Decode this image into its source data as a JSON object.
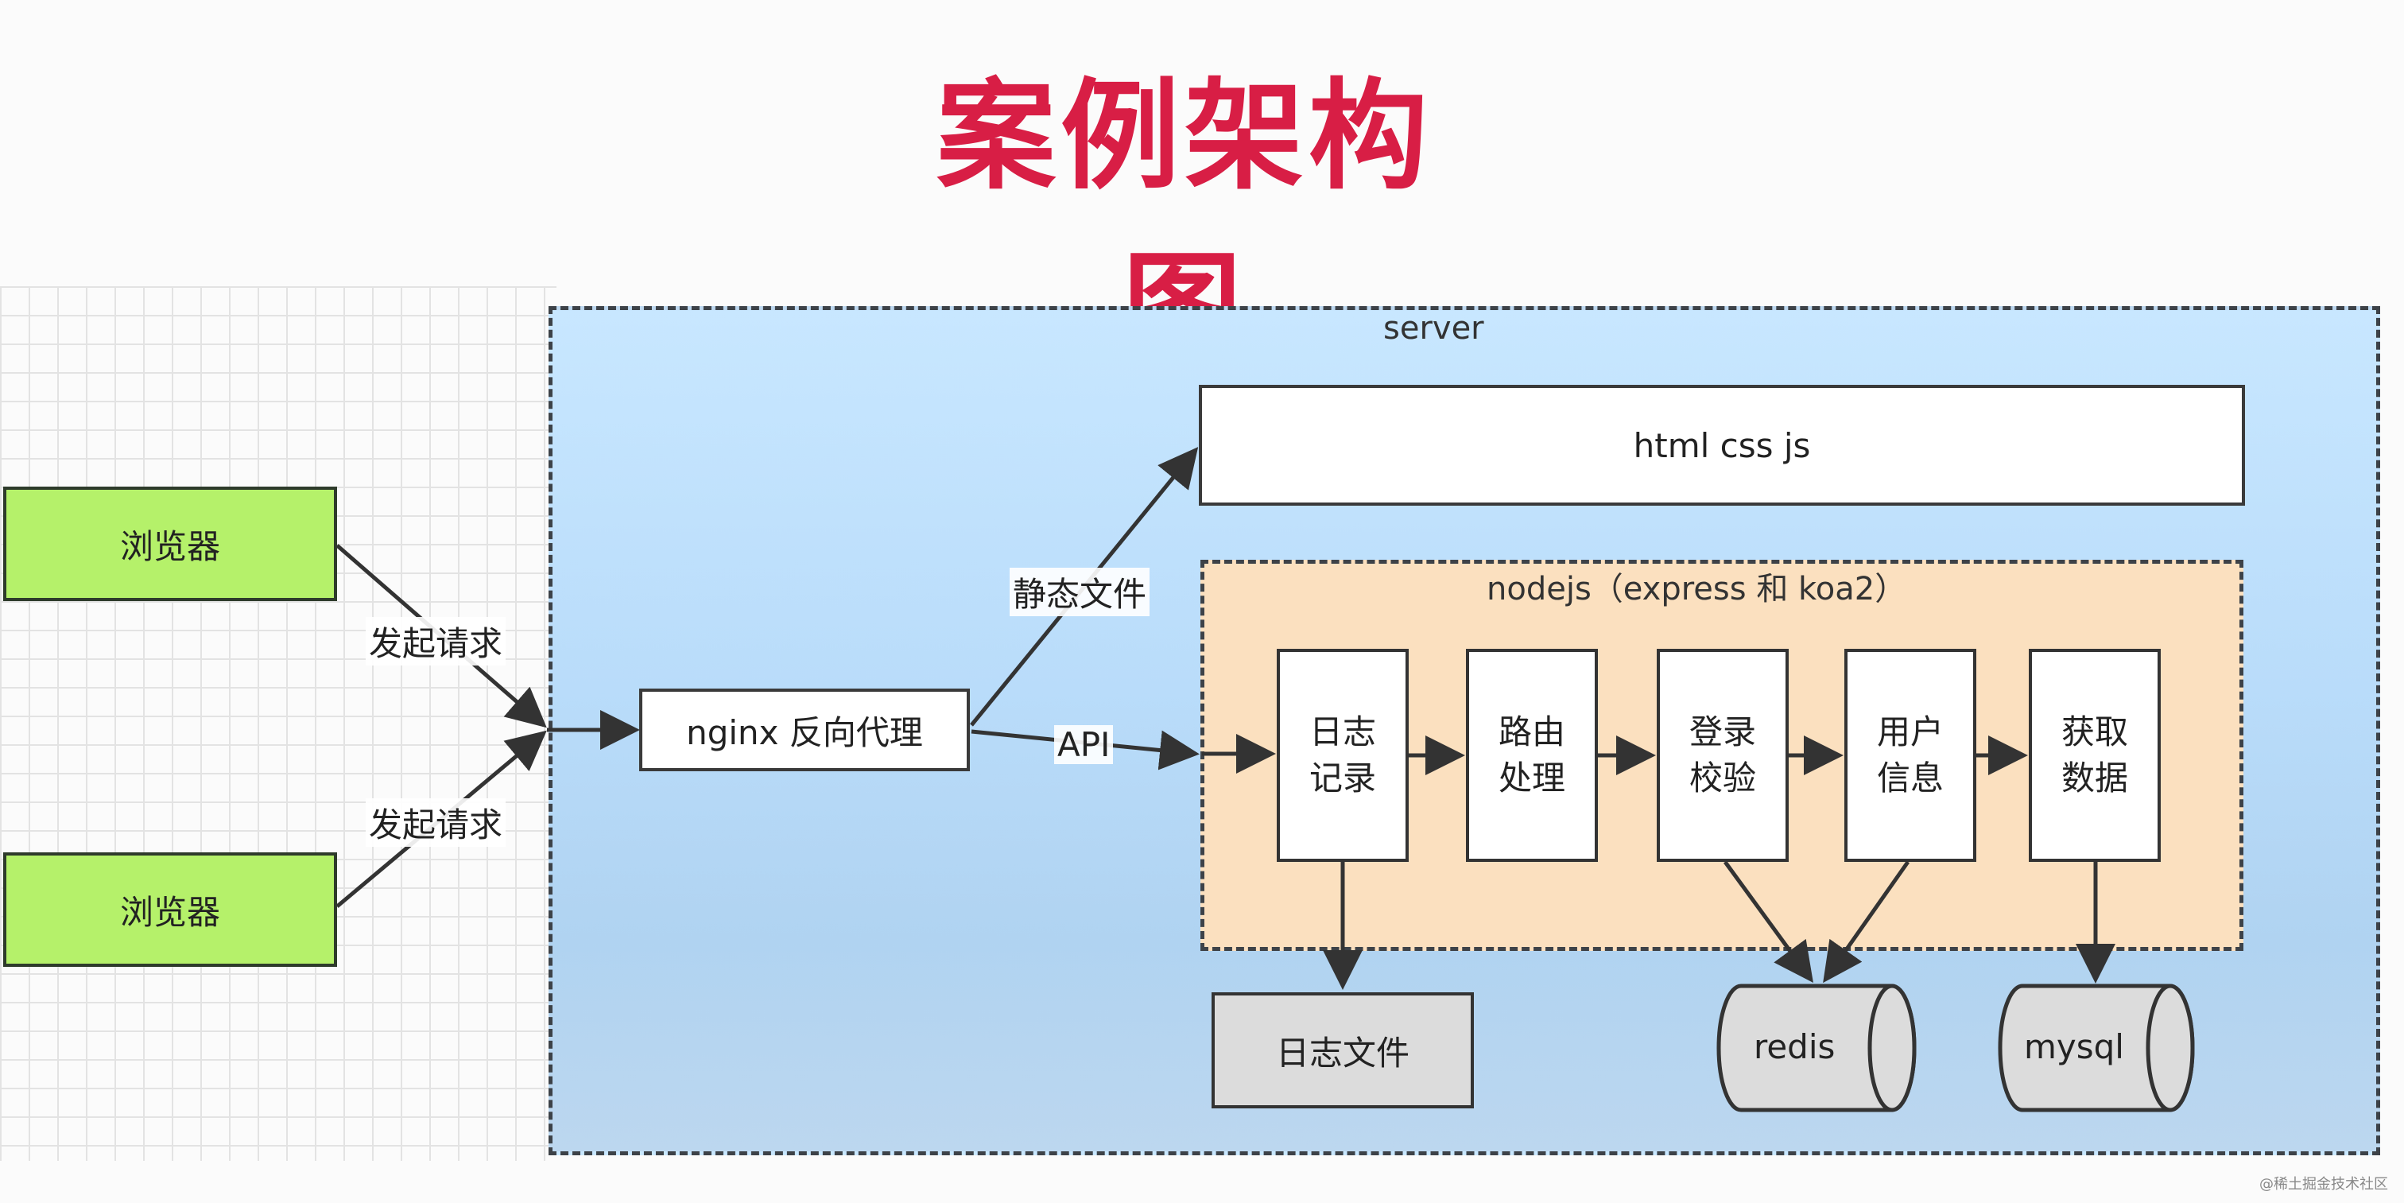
{
  "title": "案例架构图",
  "browsers": [
    "浏览器",
    "浏览器"
  ],
  "request_label": "发起请求",
  "server_label": "server",
  "nginx_label": "nginx 反向代理",
  "static_label": "静态文件",
  "api_label": "API",
  "static_box": "html css js",
  "nodejs_label": "nodejs（express 和 koa2）",
  "steps": [
    "日志\n记录",
    "路由\n处理",
    "登录\n校验",
    "用户\n信息",
    "获取\n数据"
  ],
  "log_file": "日志文件",
  "redis": "redis",
  "mysql": "mysql",
  "watermark": "@稀土掘金技术社区"
}
